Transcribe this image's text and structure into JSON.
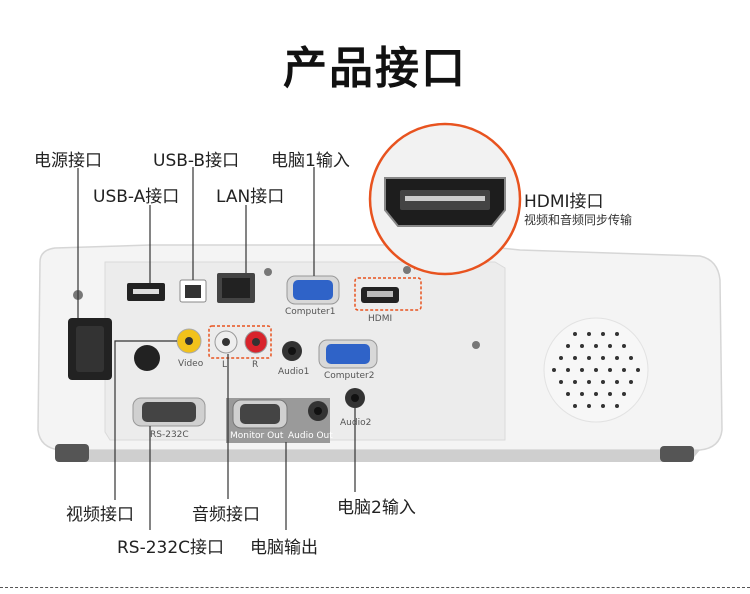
{
  "title": "产品接口",
  "callouts": {
    "power": "电源接口",
    "usb_b": "USB-B接口",
    "usb_a": "USB-A接口",
    "lan": "LAN接口",
    "computer1_in": "电脑1输入",
    "hdmi": "HDMI接口",
    "hdmi_desc": "视频和音频同步传输",
    "video": "视频接口",
    "audio": "音频接口",
    "computer2_in": "电脑2输入",
    "rs232c": "RS-232C接口",
    "monitor_out": "电脑输出"
  },
  "panel_labels": {
    "computer1": "Computer1",
    "hdmi": "HDMI",
    "video": "Video",
    "l": "L",
    "r": "R",
    "audio1": "Audio1",
    "computer2": "Computer2",
    "audio2": "Audio2",
    "rs232c": "RS-232C",
    "monitor_out": "Monitor Out",
    "audio_out": "Audio Out"
  },
  "colors": {
    "accent_red": "#e8531f",
    "vga_blue": "#2f63c8",
    "rca_yellow": "#f2c21b",
    "rca_red": "#d8242c",
    "body_white": "#f4f4f4"
  }
}
